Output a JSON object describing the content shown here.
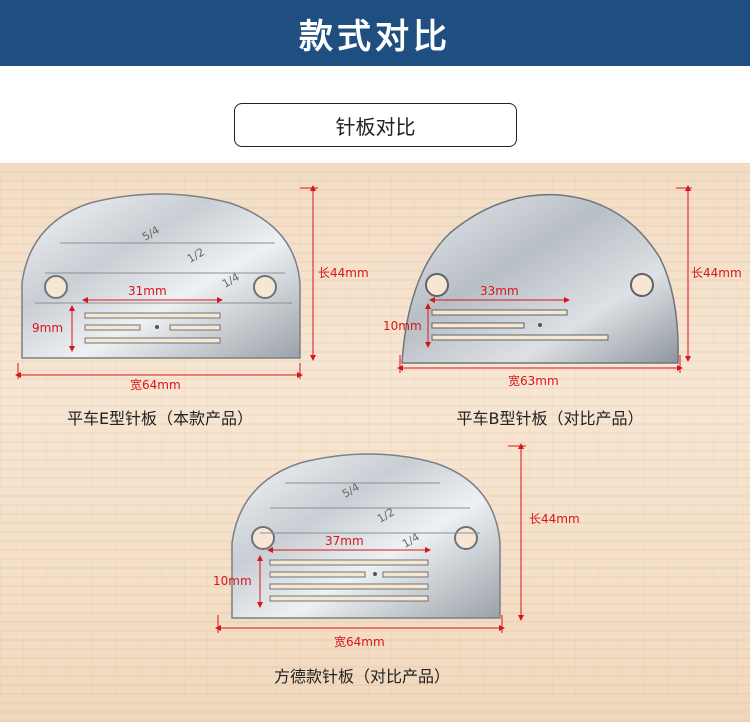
{
  "header": {
    "title": "款式对比"
  },
  "section": {
    "title": "针板对比"
  },
  "plates": [
    {
      "caption": "平车E型针板（本款产品）",
      "width_label": "宽64mm",
      "height_label": "长44mm",
      "slot_label": "31mm",
      "gap_label": "9mm"
    },
    {
      "caption": "平车B型针板（对比产品）",
      "width_label": "宽63mm",
      "height_label": "长44mm",
      "slot_label": "33mm",
      "gap_label": "10mm"
    },
    {
      "caption": "方德款针板（对比产品）",
      "width_label": "宽64mm",
      "height_label": "长44mm",
      "slot_label": "37mm",
      "gap_label": "10mm"
    }
  ],
  "colors": {
    "banner": "#1f4f80",
    "dimension": "#d9141b",
    "wood": "#f4e0c9"
  }
}
